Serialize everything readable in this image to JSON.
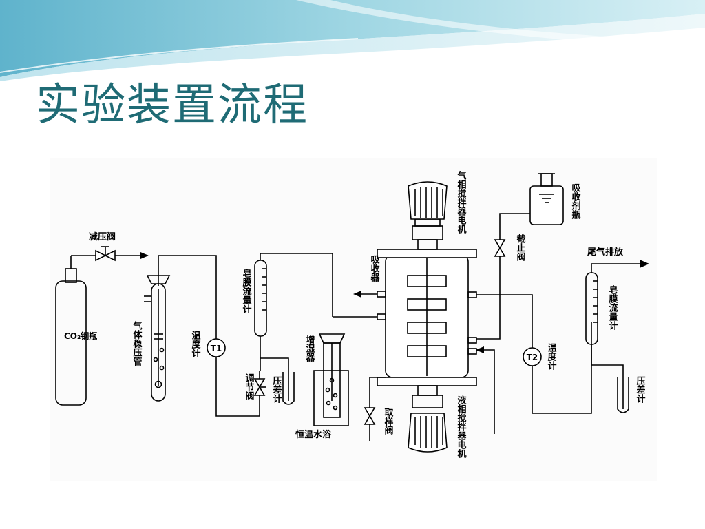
{
  "slide": {
    "title": "实验装置流程"
  },
  "diagram": {
    "pressure_reducing_valve": "减压阀",
    "co2_cylinder": "CO₂钢瓶",
    "gas_stabilizer_tube": "气体稳压管",
    "temperature_gauge_1": "温度计",
    "t1_symbol": "T1",
    "soap_film_flowmeter_1": "皂膜流量计",
    "regulating_valve": "调节阀",
    "differential_pressure_gauge_1": "压差计",
    "humidifier": "增湿器",
    "thermostatic_water_bath": "恒温水浴",
    "absorber": "吸收器",
    "sampling_valve": "取样阀",
    "gas_phase_stirring_motor": "气相搅拌器电机",
    "liquid_phase_stirring_motor": "液相搅拌器电机",
    "stop_valve": "截止阀",
    "absorbent_bottle": "吸收剂瓶",
    "temperature_gauge_2": "温度计",
    "t2_symbol": "T2",
    "tail_gas_exhaust": "尾气排放",
    "soap_film_flowmeter_2": "皂膜流量计",
    "differential_pressure_gauge_2": "压差计"
  },
  "colors": {
    "title": "#1f6b75",
    "wave_dark": "#7ec3d6",
    "wave_light": "#c9e8ef",
    "diagram_bg": "#fbfbfb",
    "line": "#000000"
  }
}
